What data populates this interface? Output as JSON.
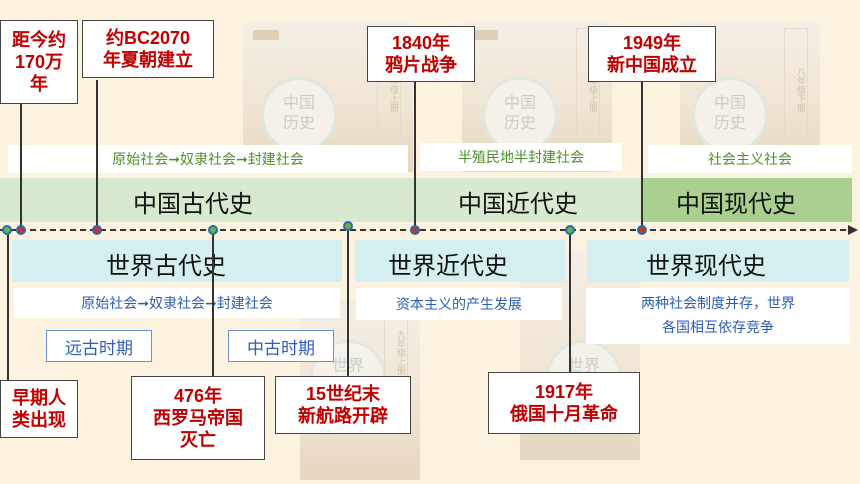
{
  "bands": {
    "china_ancient": "中国古代史",
    "china_modern": "中国近代史",
    "china_contemporary": "中国现代史",
    "world_ancient": "世界古代史",
    "world_modern": "世界近代史",
    "world_contemporary": "世界现代史"
  },
  "society": {
    "china_ancient": "原始社会➞奴隶社会➞封建社会",
    "china_modern": "半殖民地半封建社会",
    "china_contemporary": "社会主义社会",
    "world_ancient": "原始社会➞奴隶社会➞封建社会",
    "world_modern": "资本主义的产生发展",
    "world_contemporary_line1": "两种社会制度并存，世界",
    "world_contemporary_line2": "各国相互依存竞争"
  },
  "eras": {
    "remote": "远古时期",
    "middle": "中古时期"
  },
  "events_top": [
    {
      "line1": "距今约",
      "line2": "170万",
      "line3": "年"
    },
    {
      "line1": "约BC2070",
      "line2": "年夏朝建立"
    },
    {
      "line1": "1840年",
      "line2": "鸦片战争"
    },
    {
      "line1": "1949年",
      "line2": "新中国成立"
    }
  ],
  "events_bottom": [
    {
      "line1": "早期人",
      "line2": "类出现"
    },
    {
      "line1": "476年",
      "line2": "西罗马帝国",
      "line3": "灭亡"
    },
    {
      "line1": "15世纪末",
      "line2": "新航路开辟"
    },
    {
      "line1": "1917年",
      "line2": "俄国十月革命"
    }
  ],
  "covers": {
    "c1_spine": "七年级上册",
    "c2_spine": "八年级上册",
    "c3_spine": "八年级下册",
    "c4_spine": "九年级上册",
    "title_line1": "中国",
    "title_line2": "历史",
    "world_line1": "世界",
    "world_line2": "历史"
  },
  "colors": {
    "event_text": "#c00000",
    "china_society_text": "#4e8f2d",
    "world_society_text": "#2e5db8",
    "band_green": "#d9e9cf",
    "band_green_dark": "#a9d08e",
    "band_cyan": "#d4efef",
    "dot_red": "#d0311f",
    "dot_green": "#6fb13a"
  }
}
